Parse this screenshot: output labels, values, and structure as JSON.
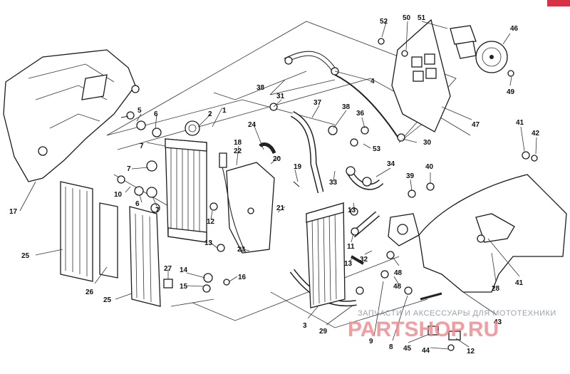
{
  "diagram": {
    "labels": [
      "1",
      "2",
      "3",
      "4",
      "5",
      "6",
      "7",
      "8",
      "9",
      "10",
      "11",
      "12",
      "13",
      "14",
      "15",
      "16",
      "17",
      "18",
      "19",
      "20",
      "21",
      "22",
      "23",
      "24",
      "25",
      "26",
      "27",
      "28",
      "29",
      "30",
      "31",
      "32",
      "33",
      "34",
      "36",
      "37",
      "38",
      "39",
      "40",
      "41",
      "42",
      "43",
      "44",
      "45",
      "46",
      "47",
      "48",
      "49",
      "50",
      "51",
      "52",
      "53"
    ],
    "watermark": {
      "caption": "ЗАПЧАСТИ И АКСЕССУАРЫ ДЛЯ МОТОТЕХНИКИ",
      "brand": "PARTSHOP.RU"
    }
  },
  "colors": {
    "line": "#222222",
    "watermark_caption": "#9aa3b0",
    "watermark_brand": "#ef8d92",
    "corner_badge": "#d83344"
  }
}
